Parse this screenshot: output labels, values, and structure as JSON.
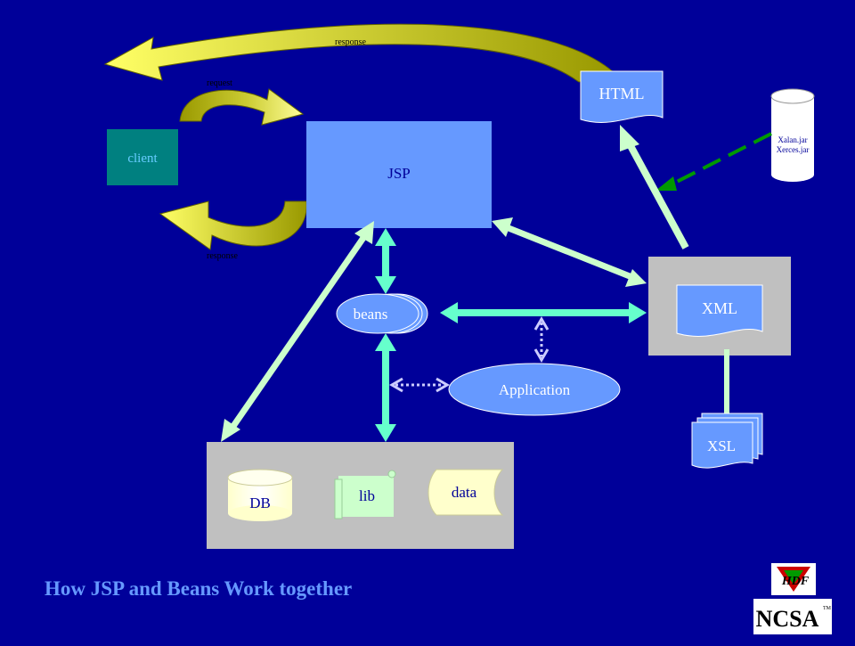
{
  "title": "How JSP and Beans Work together",
  "nodes": {
    "client": "client",
    "jsp": "JSP",
    "html": "HTML",
    "xalan_line1": "Xalan.jar",
    "xalan_line2": "Xerces.jar",
    "beans": "beans",
    "application": "Application",
    "xml": "XML",
    "xsl": "XSL",
    "db": "DB",
    "lib": "lib",
    "data": "data"
  },
  "arrows": {
    "top_response": "response",
    "request": "request",
    "bottom_response": "response"
  },
  "logos": {
    "hdf": "HDF",
    "ncsa": "NCSA",
    "tm": "TM"
  },
  "colors": {
    "background": "#000099",
    "box_blue": "#6699FF",
    "client_teal": "#008080",
    "light_gray": "#C0C0C0",
    "aqua_arrow": "#66FFCC",
    "pale_green_arrow": "#CCFFCC",
    "olive_arrow": "#999900",
    "title_blue": "#6699FF",
    "dashed_green": "#009900"
  }
}
